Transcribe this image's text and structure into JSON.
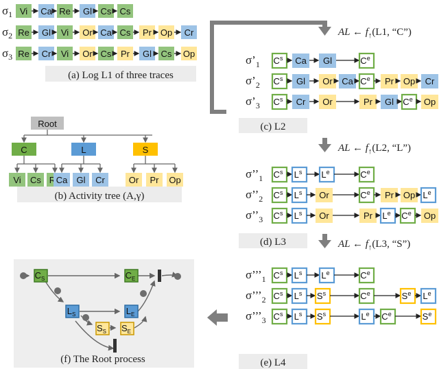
{
  "colors": {
    "green": "#70ad47",
    "green_light": "#93c47d",
    "blue": "#5b9bd5",
    "blue_light": "#9dc3e6",
    "yellow": "#ffc000",
    "yellow_light": "#ffe699",
    "gray": "#bfbfbf",
    "caption_bg": "#ececec",
    "arrow_gray": "#7f7f7f"
  },
  "panel_a": {
    "caption": "(a) Log L1 of three traces",
    "traces": [
      {
        "sigma": "σ",
        "sub": "1",
        "events": [
          [
            "Vi",
            "g"
          ],
          [
            "Ca",
            "b"
          ],
          [
            "Re",
            "g"
          ],
          [
            "Gl",
            "b"
          ],
          [
            "Cs",
            "g"
          ],
          [
            "Cs",
            "g"
          ]
        ]
      },
      {
        "sigma": "σ",
        "sub": "2",
        "events": [
          [
            "Re",
            "g"
          ],
          [
            "Gl",
            "b"
          ],
          [
            "Vi",
            "g"
          ],
          [
            "Or",
            "y"
          ],
          [
            "Ca",
            "b"
          ],
          [
            "Cs",
            "g"
          ],
          [
            "Pr",
            "y"
          ],
          [
            "Op",
            "y"
          ],
          [
            "Cr",
            "b"
          ]
        ]
      },
      {
        "sigma": "σ",
        "sub": "3",
        "events": [
          [
            "Re",
            "g"
          ],
          [
            "Cr",
            "b"
          ],
          [
            "Vi",
            "g"
          ],
          [
            "Or",
            "y"
          ],
          [
            "Cs",
            "g"
          ],
          [
            "Pr",
            "y"
          ],
          [
            "Gl",
            "b"
          ],
          [
            "Cs",
            "g"
          ],
          [
            "Op",
            "y"
          ]
        ]
      }
    ]
  },
  "panel_b": {
    "caption": "(b) Activity tree (A,γ)",
    "root": "Root",
    "groups": [
      {
        "label": "C",
        "color": "g",
        "leaves": [
          "Vi",
          "Cs",
          "Re"
        ]
      },
      {
        "label": "L",
        "color": "b",
        "leaves": [
          "Ca",
          "Gl",
          "Cr"
        ]
      },
      {
        "label": "S",
        "color": "y",
        "leaves": [
          "Or",
          "Pr",
          "Op"
        ]
      }
    ]
  },
  "steps": [
    {
      "formula_left": "AL ← f",
      "formula_right": "(L1, “C”)",
      "up": "↑"
    },
    {
      "formula_left": "AL ← f",
      "formula_right": "(L2, “L”)",
      "up": "↑"
    },
    {
      "formula_left": "AL ← f",
      "formula_right": "(L3, “S”)",
      "up": "↑"
    }
  ],
  "panel_c": {
    "caption": "(c) L2",
    "prime": "’",
    "traces": [
      {
        "sub": "1",
        "events": [
          [
            "C",
            "s",
            "gb"
          ],
          [
            "Ca",
            "",
            "b"
          ],
          [
            "Gl",
            "",
            "b"
          ],
          [
            "C",
            "e",
            "gb"
          ]
        ]
      },
      {
        "sub": "2",
        "events": [
          [
            "C",
            "s",
            "gb"
          ],
          [
            "Gl",
            "",
            "b"
          ],
          [
            "Or",
            "",
            "y"
          ],
          [
            "Ca",
            "",
            "b"
          ],
          [
            "C",
            "e",
            "gb"
          ],
          [
            "Pr",
            "",
            "y"
          ],
          [
            "Op",
            "",
            "y"
          ],
          [
            "Cr",
            "",
            "b"
          ]
        ]
      },
      {
        "sub": "3",
        "events": [
          [
            "C",
            "s",
            "gb"
          ],
          [
            "Cr",
            "",
            "b"
          ],
          [
            "Or",
            "",
            "y"
          ],
          [
            "Pr",
            "",
            "y"
          ],
          [
            "Gl",
            "",
            "b"
          ],
          [
            "C",
            "e",
            "gb"
          ],
          [
            "Op",
            "",
            "y"
          ]
        ]
      }
    ]
  },
  "panel_d": {
    "caption": "(d) L3",
    "prime": "’’",
    "traces": [
      {
        "sub": "1",
        "events": [
          [
            "C",
            "s",
            "gb"
          ],
          [
            "L",
            "s",
            "bb"
          ],
          [
            "L",
            "e",
            "bb"
          ],
          [
            "C",
            "e",
            "gb"
          ]
        ]
      },
      {
        "sub": "2",
        "events": [
          [
            "C",
            "s",
            "gb"
          ],
          [
            "L",
            "s",
            "bb"
          ],
          [
            "Or",
            "",
            "y"
          ],
          [
            "C",
            "e",
            "gb"
          ],
          [
            "Pr",
            "",
            "y"
          ],
          [
            "Op",
            "",
            "y"
          ],
          [
            "L",
            "e",
            "bb"
          ]
        ]
      },
      {
        "sub": "3",
        "events": [
          [
            "C",
            "s",
            "gb"
          ],
          [
            "L",
            "s",
            "bb"
          ],
          [
            "Or",
            "",
            "y"
          ],
          [
            "Pr",
            "",
            "y"
          ],
          [
            "L",
            "e",
            "bb"
          ],
          [
            "C",
            "e",
            "gb"
          ],
          [
            "Op",
            "",
            "y"
          ]
        ]
      }
    ]
  },
  "panel_e": {
    "caption": "(e) L4",
    "prime": "’’’",
    "traces": [
      {
        "sub": "1",
        "events": [
          [
            "C",
            "s",
            "gb"
          ],
          [
            "L",
            "s",
            "bb"
          ],
          [
            "L",
            "e",
            "bb"
          ],
          [
            "C",
            "e",
            "gb"
          ]
        ]
      },
      {
        "sub": "2",
        "events": [
          [
            "C",
            "s",
            "gb"
          ],
          [
            "L",
            "s",
            "bb"
          ],
          [
            "S",
            "s",
            "yb"
          ],
          [
            "C",
            "e",
            "gb"
          ],
          [
            "S",
            "e",
            "yb"
          ],
          [
            "L",
            "e",
            "bb"
          ]
        ]
      },
      {
        "sub": "3",
        "events": [
          [
            "C",
            "s",
            "gb"
          ],
          [
            "L",
            "s",
            "bb"
          ],
          [
            "S",
            "s",
            "yb"
          ],
          [
            "L",
            "e",
            "bb"
          ],
          [
            "C",
            "e",
            "gb"
          ],
          [
            "S",
            "e",
            "yb"
          ]
        ]
      }
    ]
  },
  "panel_f": {
    "caption": "(f) The Root process",
    "nodes": [
      {
        "main": "C",
        "sub": "S",
        "color": "g"
      },
      {
        "main": "C",
        "sub": "E",
        "color": "g"
      },
      {
        "main": "L",
        "sub": "S",
        "color": "b"
      },
      {
        "main": "L",
        "sub": "E",
        "color": "b"
      },
      {
        "main": "S",
        "sub": "S",
        "color": "y"
      },
      {
        "main": "S",
        "sub": "E",
        "color": "y"
      }
    ]
  }
}
